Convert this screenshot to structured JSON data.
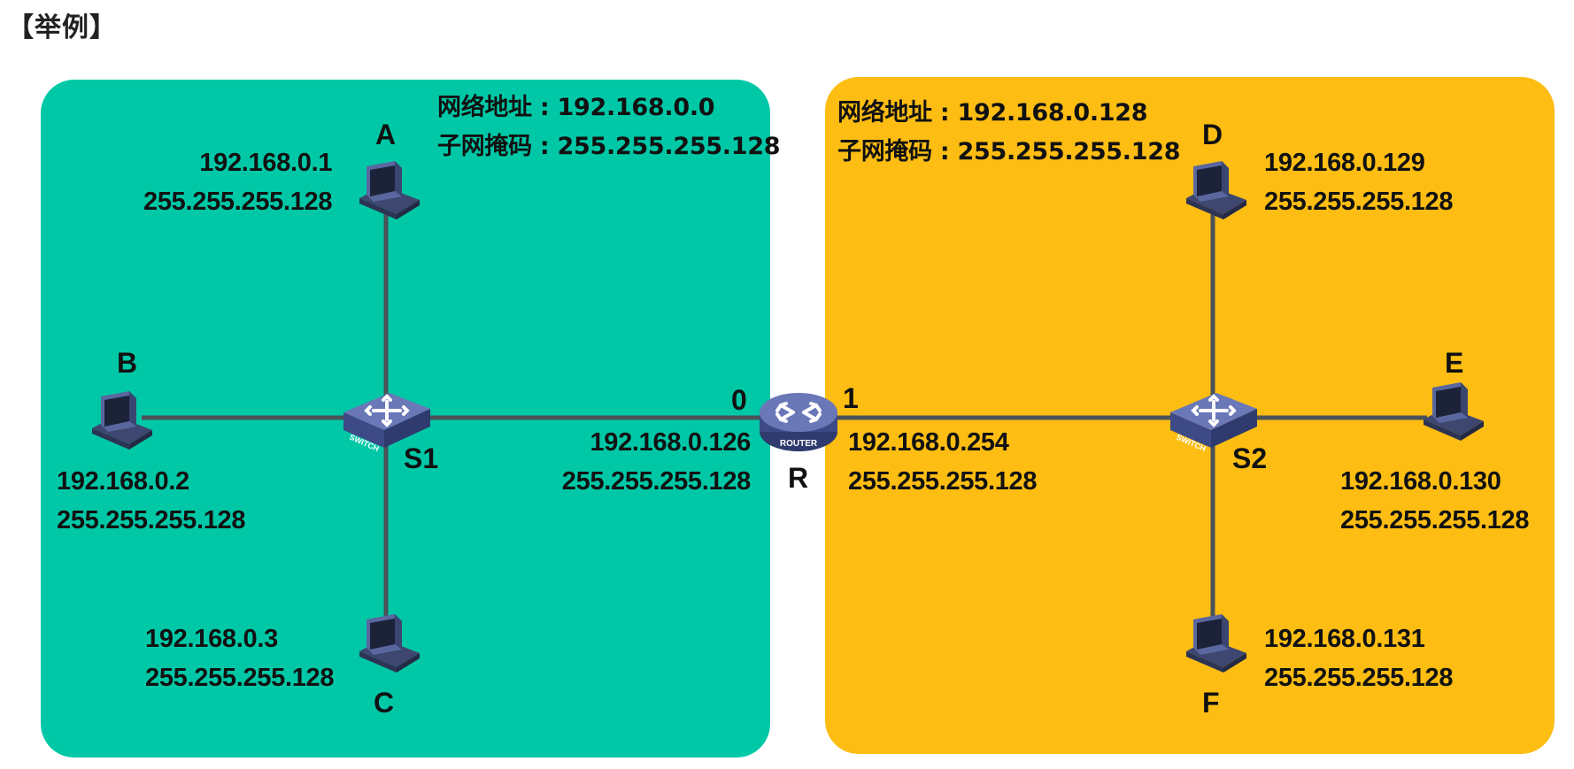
{
  "title": "【举例】",
  "colors": {
    "left_panel": "#00c8a7",
    "right_panel": "#fdbd13",
    "link_line": "#4b5258",
    "device_blue": "#4f5b9a"
  },
  "left_network": {
    "network_address": "网络地址 : 192.168.0.0",
    "subnet_mask": "子网掩码 : 255.255.255.128"
  },
  "right_network": {
    "network_address": "网络地址 : 192.168.0.128",
    "subnet_mask": "子网掩码 : 255.255.255.128"
  },
  "hosts": {
    "A": {
      "name": "A",
      "ip": "192.168.0.1",
      "mask": "255.255.255.128"
    },
    "B": {
      "name": "B",
      "ip": "192.168.0.2",
      "mask": "255.255.255.128"
    },
    "C": {
      "name": "C",
      "ip": "192.168.0.3",
      "mask": "255.255.255.128"
    },
    "D": {
      "name": "D",
      "ip": "192.168.0.129",
      "mask": "255.255.255.128"
    },
    "E": {
      "name": "E",
      "ip": "192.168.0.130",
      "mask": "255.255.255.128"
    },
    "F": {
      "name": "F",
      "ip": "192.168.0.131",
      "mask": "255.255.255.128"
    }
  },
  "switches": {
    "S1": {
      "name": "S1",
      "caption": "SWITCH"
    },
    "S2": {
      "name": "S2",
      "caption": "SWITCH"
    }
  },
  "router": {
    "name": "R",
    "caption": "ROUTER",
    "port0": {
      "label": "0",
      "ip": "192.168.0.126",
      "mask": "255.255.255.128"
    },
    "port1": {
      "label": "1",
      "ip": "192.168.0.254",
      "mask": "255.255.255.128"
    }
  }
}
